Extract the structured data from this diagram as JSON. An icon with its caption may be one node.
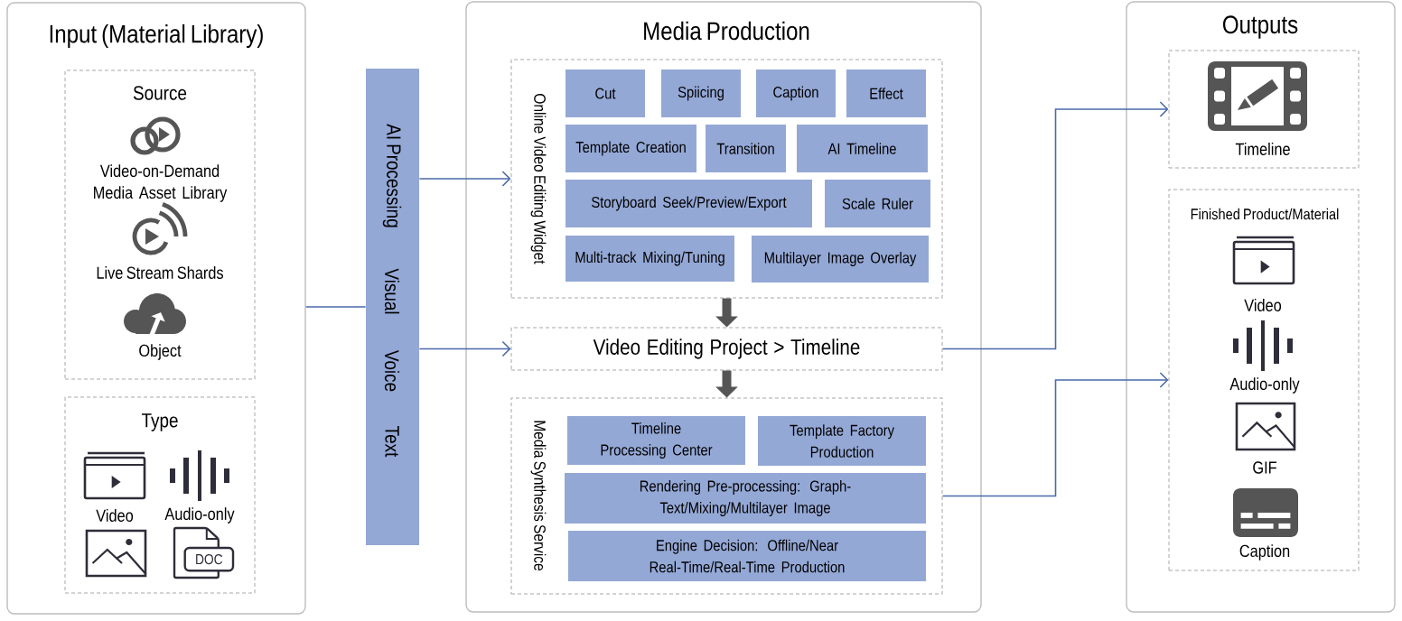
{
  "diagram": {
    "nodes": [
      {
        "text": [
          "Input (Material Library)"
        ]
      },
      {
        "text": [
          "Source",
          "Video-on-Demand Media Asset Library",
          "Live Stream Shards",
          "Object"
        ],
        "in": 0
      },
      {
        "text": [
          "Type",
          "Video",
          "Audio-only"
        ],
        "in": 0
      },
      {
        "text": [
          "AI Processing",
          "Visual",
          "Voice",
          "Text"
        ]
      },
      {
        "text": [
          "Media Production"
        ]
      },
      {
        "text": [
          "Online Video Editing Widget"
        ],
        "in": 4
      },
      {
        "text": [
          "Cut"
        ],
        "in": 5
      },
      {
        "text": [
          "Spiicing"
        ],
        "in": 5
      },
      {
        "text": [
          "Caption"
        ],
        "in": 5
      },
      {
        "text": [
          "Effect"
        ],
        "in": 5
      },
      {
        "text": [
          "Template Creation"
        ],
        "in": 5
      },
      {
        "text": [
          "Transition"
        ],
        "in": 5
      },
      {
        "text": [
          "AI Timeline"
        ],
        "in": 5
      },
      {
        "text": [
          "Storyboard Seek/Preview/Export"
        ],
        "in": 5
      },
      {
        "text": [
          "Scale Ruler"
        ],
        "in": 5
      },
      {
        "text": [
          "Multi-track Mixing/Tuning"
        ],
        "in": 5
      },
      {
        "text": [
          "Multilayer Image Overlay"
        ],
        "in": 5
      },
      {
        "text": [
          "Video Editing Project > Timeline"
        ],
        "in": 4
      },
      {
        "text": [
          "Media Synthesis Service"
        ],
        "in": 4
      },
      {
        "text": [
          "Timeline Processing Center"
        ],
        "in": 18
      },
      {
        "text": [
          "Template Factory Production"
        ],
        "in": 18
      },
      {
        "text": [
          "Rendering Pre-processing: Graph-Text/Mixing/Multilayer Image"
        ],
        "in": 18
      },
      {
        "text": [
          "Engine Decision: Offline/Near Real-Time/Real-Time Production"
        ],
        "in": 18
      },
      {
        "text": [
          "Outputs"
        ]
      },
      {
        "text": [
          "Timeline"
        ],
        "in": 23
      },
      {
        "text": [
          "Finished Product/Material",
          "Video",
          "Audio-only",
          "GIF",
          "Caption"
        ],
        "in": 23
      }
    ],
    "edges": [
      {
        "from": 0,
        "to": 3,
        "arrow": "none"
      },
      {
        "from": 3,
        "to": 5,
        "arrow": "to"
      },
      {
        "from": 3,
        "to": 17,
        "arrow": "to"
      },
      {
        "from": 5,
        "to": 17,
        "arrow": "to",
        "style": "thick",
        "color": "#555555"
      },
      {
        "from": 17,
        "to": 18,
        "arrow": "to",
        "style": "thick",
        "color": "#555555"
      },
      {
        "from": 17,
        "to": 24,
        "arrow": "to"
      },
      {
        "from": 18,
        "to": 25,
        "arrow": "to"
      }
    ],
    "labels": [
      "DOC"
    ]
  }
}
